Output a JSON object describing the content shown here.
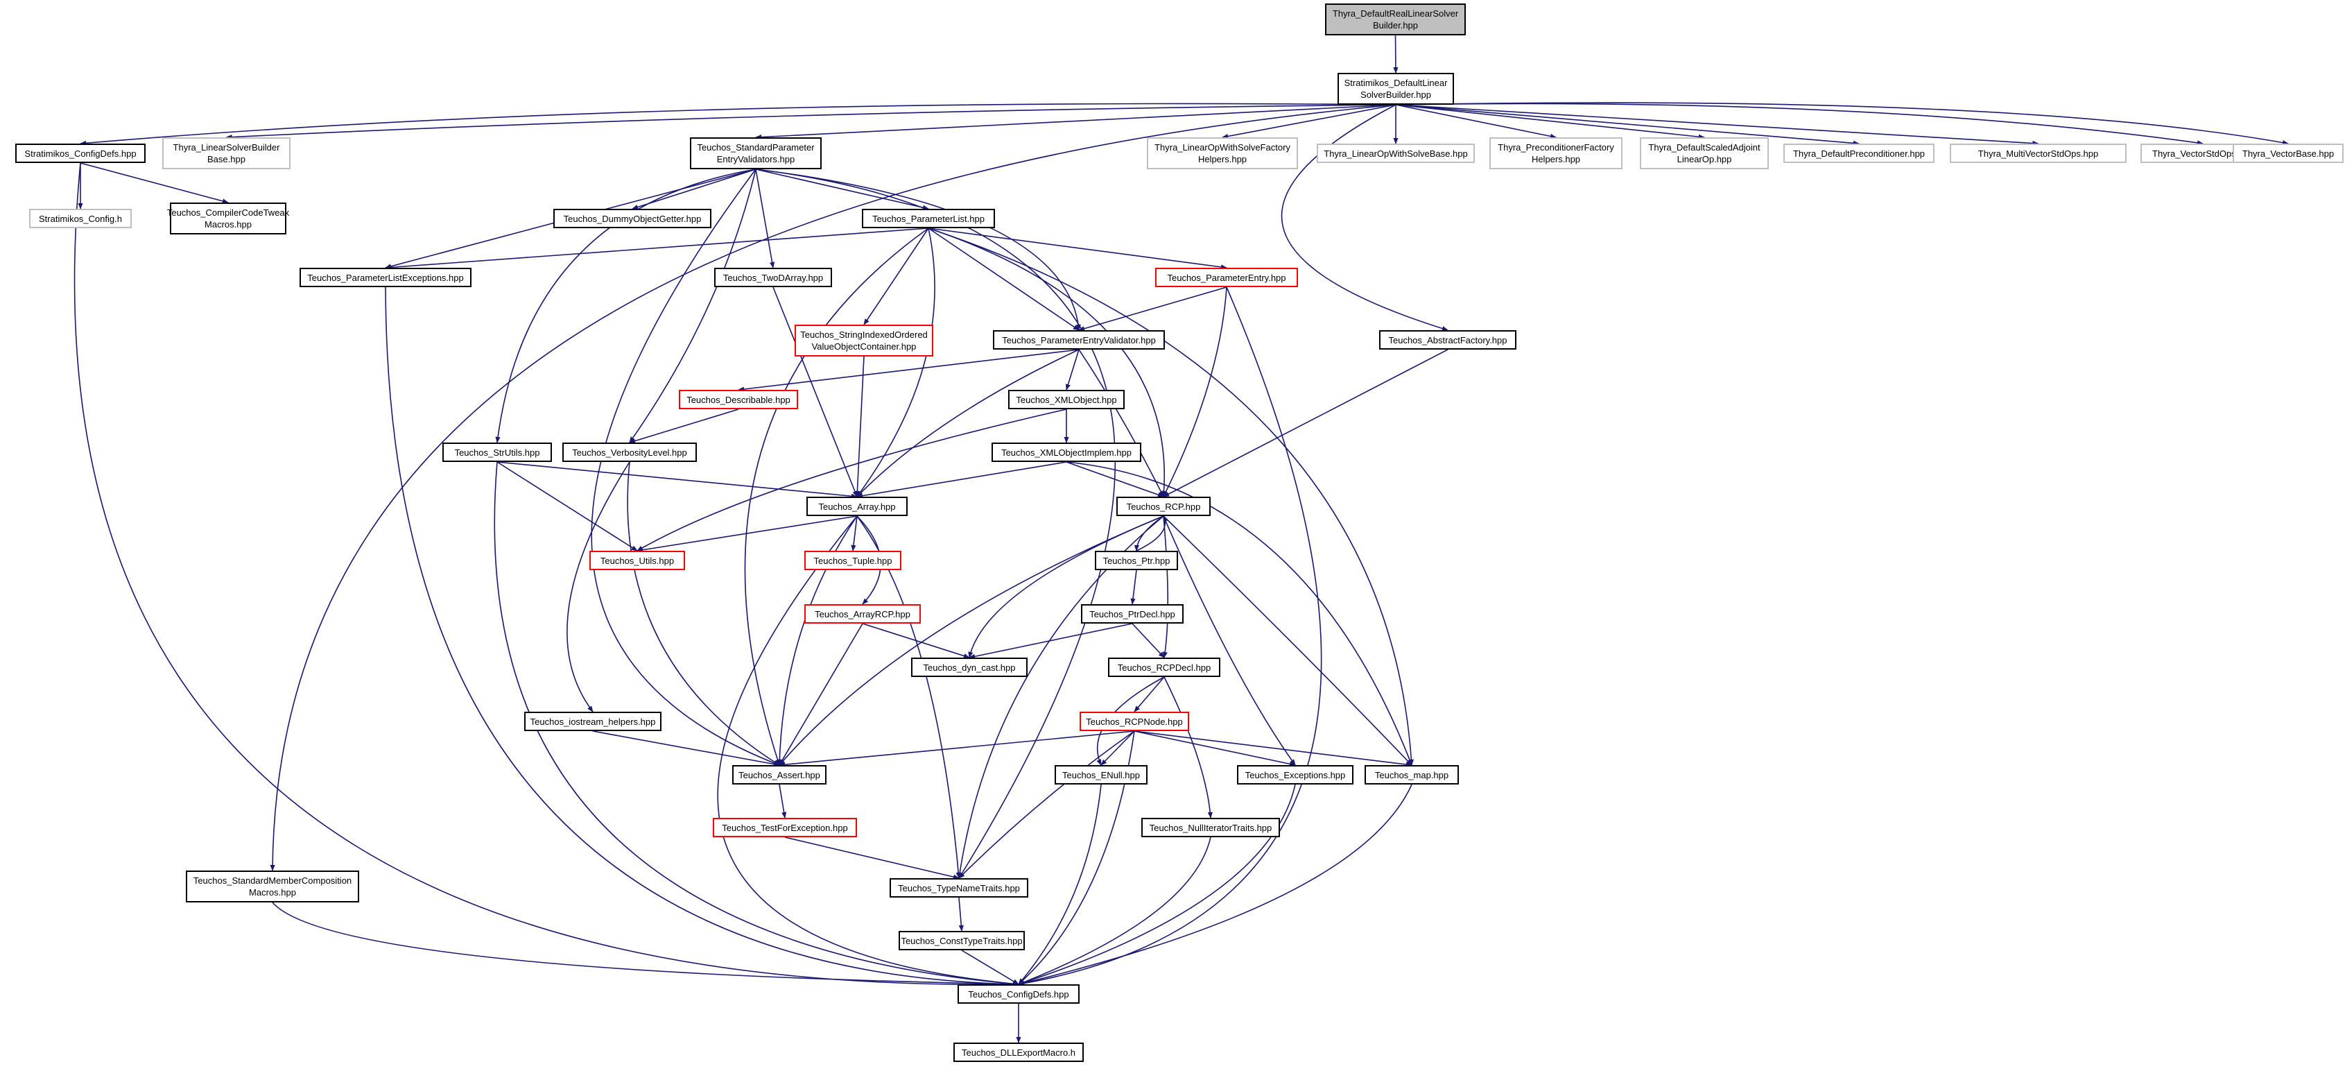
{
  "title": "Thyra_DefaultRealLinearSolverBuilder.hpp include dependency graph",
  "colors": {
    "edge": "#191970",
    "node_border": "#000000",
    "external_border": "#bfbfbf",
    "incomplete_border": "#ff0000",
    "root_fill": "#bfbfbf"
  },
  "nodes": [
    {
      "id": "root",
      "label": "Thyra_DefaultRealLinearSolver\nBuilder.hpp"
    },
    {
      "id": "strat_dlsb",
      "label": "Stratimikos_DefaultLinear\nSolverBuilder.hpp"
    },
    {
      "id": "strat_cfg",
      "label": "Stratimikos_ConfigDefs.hpp"
    },
    {
      "id": "thyra_lsbb",
      "label": "Thyra_LinearSolverBuilder\nBase.hpp"
    },
    {
      "id": "teu_spev",
      "label": "Teuchos_StandardParameter\nEntryValidators.hpp"
    },
    {
      "id": "thyra_lowsfh",
      "label": "Thyra_LinearOpWithSolveFactory\nHelpers.hpp"
    },
    {
      "id": "thyra_lowsb",
      "label": "Thyra_LinearOpWithSolveBase.hpp"
    },
    {
      "id": "thyra_pfh",
      "label": "Thyra_PreconditionerFactory\nHelpers.hpp"
    },
    {
      "id": "thyra_dsalo",
      "label": "Thyra_DefaultScaledAdjoint\nLinearOp.hpp"
    },
    {
      "id": "thyra_dp",
      "label": "Thyra_DefaultPreconditioner.hpp"
    },
    {
      "id": "thyra_mvso",
      "label": "Thyra_MultiVectorStdOps.hpp"
    },
    {
      "id": "thyra_vso",
      "label": "Thyra_VectorStdOps.hpp"
    },
    {
      "id": "thyra_vb",
      "label": "Thyra_VectorBase.hpp"
    },
    {
      "id": "strat_config",
      "label": "Stratimikos_Config.h"
    },
    {
      "id": "teu_cctm",
      "label": "Teuchos_CompilerCodeTweak\nMacros.hpp"
    },
    {
      "id": "teu_dog",
      "label": "Teuchos_DummyObjectGetter.hpp"
    },
    {
      "id": "teu_pl",
      "label": "Teuchos_ParameterList.hpp"
    },
    {
      "id": "teu_ple",
      "label": "Teuchos_ParameterListExceptions.hpp"
    },
    {
      "id": "teu_tda",
      "label": "Teuchos_TwoDArray.hpp"
    },
    {
      "id": "teu_pe",
      "label": "Teuchos_ParameterEntry.hpp"
    },
    {
      "id": "teu_sio",
      "label": "Teuchos_StringIndexedOrdered\nValueObjectContainer.hpp"
    },
    {
      "id": "teu_pev",
      "label": "Teuchos_ParameterEntryValidator.hpp"
    },
    {
      "id": "teu_af",
      "label": "Teuchos_AbstractFactory.hpp"
    },
    {
      "id": "teu_desc",
      "label": "Teuchos_Describable.hpp"
    },
    {
      "id": "teu_xo",
      "label": "Teuchos_XMLObject.hpp"
    },
    {
      "id": "teu_su",
      "label": "Teuchos_StrUtils.hpp"
    },
    {
      "id": "teu_vl",
      "label": "Teuchos_VerbosityLevel.hpp"
    },
    {
      "id": "teu_xoi",
      "label": "Teuchos_XMLObjectImplem.hpp"
    },
    {
      "id": "teu_arr",
      "label": "Teuchos_Array.hpp"
    },
    {
      "id": "teu_rcp",
      "label": "Teuchos_RCP.hpp"
    },
    {
      "id": "teu_utils",
      "label": "Teuchos_Utils.hpp"
    },
    {
      "id": "teu_tuple",
      "label": "Teuchos_Tuple.hpp"
    },
    {
      "id": "teu_ptr",
      "label": "Teuchos_Ptr.hpp"
    },
    {
      "id": "teu_arcp",
      "label": "Teuchos_ArrayRCP.hpp"
    },
    {
      "id": "teu_ptrd",
      "label": "Teuchos_PtrDecl.hpp"
    },
    {
      "id": "teu_dc",
      "label": "Teuchos_dyn_cast.hpp"
    },
    {
      "id": "teu_rcpd",
      "label": "Teuchos_RCPDecl.hpp"
    },
    {
      "id": "teu_ioh",
      "label": "Teuchos_iostream_helpers.hpp"
    },
    {
      "id": "teu_rcpn",
      "label": "Teuchos_RCPNode.hpp"
    },
    {
      "id": "teu_assert",
      "label": "Teuchos_Assert.hpp"
    },
    {
      "id": "teu_enull",
      "label": "Teuchos_ENull.hpp"
    },
    {
      "id": "teu_exc",
      "label": "Teuchos_Exceptions.hpp"
    },
    {
      "id": "teu_map",
      "label": "Teuchos_map.hpp"
    },
    {
      "id": "teu_tfe",
      "label": "Teuchos_TestForException.hpp"
    },
    {
      "id": "teu_nit",
      "label": "Teuchos_NullIteratorTraits.hpp"
    },
    {
      "id": "teu_smc",
      "label": "Teuchos_StandardMemberComposition\nMacros.hpp"
    },
    {
      "id": "teu_tnt",
      "label": "Teuchos_TypeNameTraits.hpp"
    },
    {
      "id": "teu_ctt",
      "label": "Teuchos_ConstTypeTraits.hpp"
    },
    {
      "id": "teu_cfg",
      "label": "Teuchos_ConfigDefs.hpp"
    },
    {
      "id": "teu_dll",
      "label": "Teuchos_DLLExportMacro.h"
    }
  ]
}
